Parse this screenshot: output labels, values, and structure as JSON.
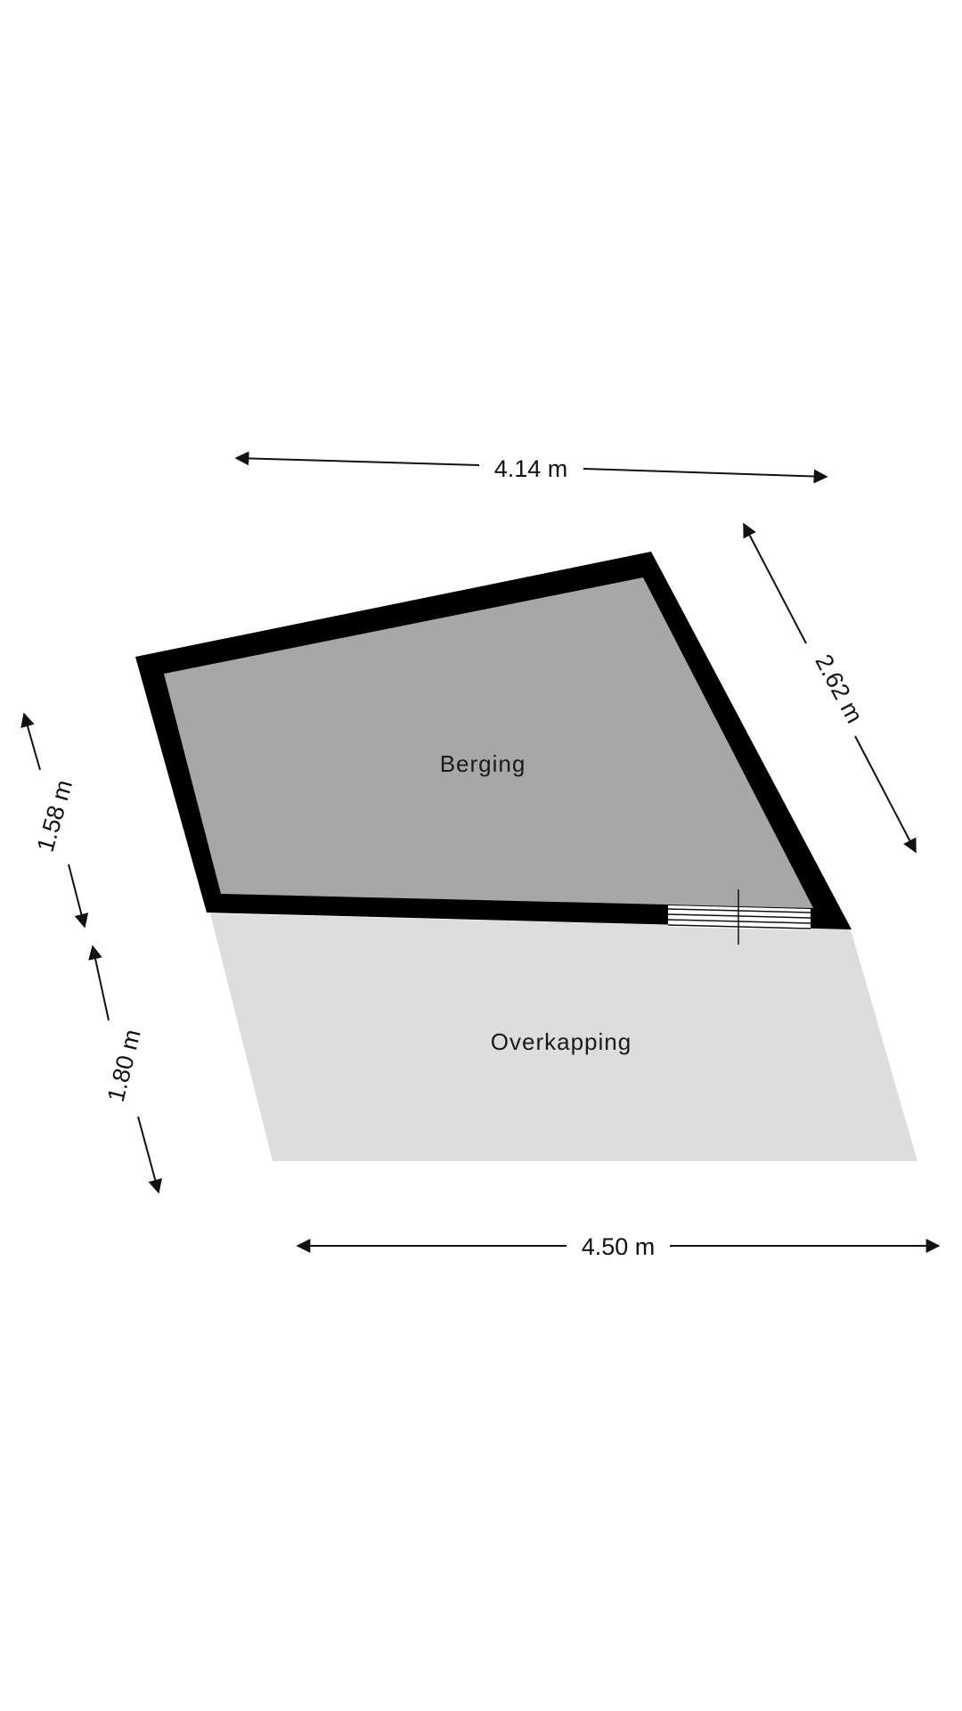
{
  "rooms": {
    "berging": {
      "label": "Berging",
      "fill": "#a7a7a7"
    },
    "overkapping": {
      "label": "Overkapping",
      "fill": "#dddddd"
    }
  },
  "walls": {
    "color": "#000000"
  },
  "dimensions": {
    "top": "4.14 m",
    "right_diagonal": "2.62 m",
    "left_upper": "1.58 m",
    "left_lower": "1.80 m",
    "bottom": "4.50 m"
  },
  "icons": {
    "door": "door-opening-icon"
  }
}
